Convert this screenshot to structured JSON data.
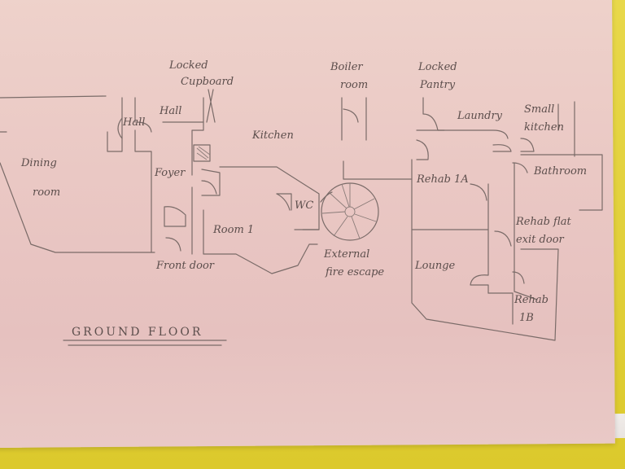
{
  "photo": {
    "colors": {
      "paper": "#ebcdc8",
      "wall": "#e2d23a",
      "ink": "#6e605d"
    }
  },
  "plan": {
    "title": "GROUND FLOOR",
    "labels": {
      "locked_cupboard_1": "Locked",
      "locked_cupboard_2": "Cupboard",
      "boiler_1": "Boiler",
      "boiler_2": "room",
      "locked_pantry_1": "Locked",
      "locked_pantry_2": "Pantry",
      "hall_small": "Hall",
      "hall": "Hall",
      "kitchen": "Kitchen",
      "laundry": "Laundry",
      "small_kitchen_1": "Small",
      "small_kitchen_2": "kitchen",
      "dining_1": "Dining",
      "dining_2": "room",
      "foyer": "Foyer",
      "rehab_1a": "Rehab 1A",
      "bathroom": "Bathroom",
      "wc": "WC",
      "room1": "Room 1",
      "rehab_flat_1": "Rehab flat",
      "rehab_flat_2": "exit door",
      "front_door": "Front door",
      "fire_1": "External",
      "fire_2": "fire escape",
      "lounge": "Lounge",
      "rehab_1b_1": "Rehab",
      "rehab_1b_2": "1B"
    }
  }
}
